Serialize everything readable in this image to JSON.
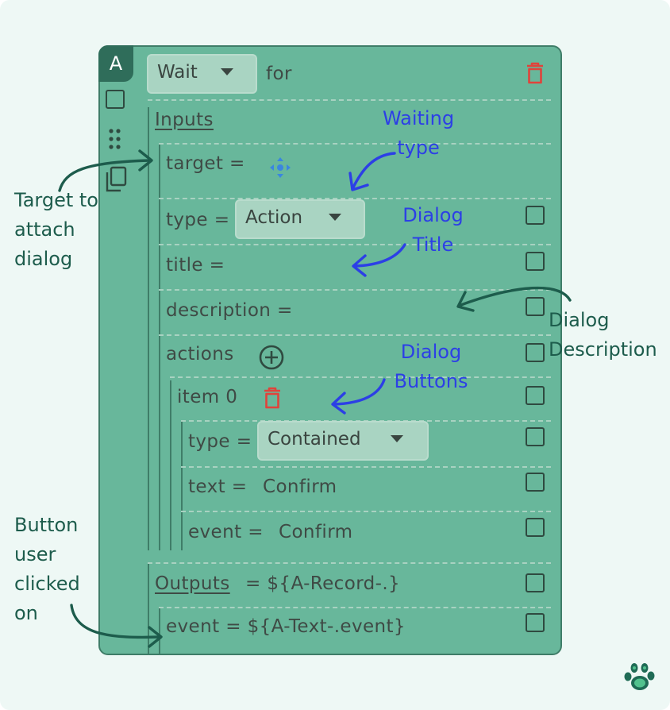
{
  "block": {
    "badge": "A",
    "header": {
      "mode_value": "Wait",
      "for_label": "for"
    },
    "inputs": {
      "heading": "Inputs",
      "target_label": "target =",
      "type_label": "type =",
      "type_value": "Action",
      "title_label": "title =",
      "description_label": "description =",
      "actions_label": "actions",
      "item": {
        "label": "item 0",
        "type_label": "type =",
        "type_value": "Contained",
        "text_label": "text =",
        "text_value": "Confirm",
        "event_label": "event =",
        "event_value": "Confirm"
      }
    },
    "outputs": {
      "heading": "Outputs",
      "value": "= ${A-Record-.}",
      "event_label": "event = ${A-Text-.event}"
    }
  },
  "annotations": {
    "waiting_type": [
      "Waiting",
      "type"
    ],
    "dialog_title": [
      "Dialog",
      "Title"
    ],
    "dialog_description": [
      "Dialog",
      "Description"
    ],
    "dialog_buttons": [
      "Dialog",
      "Buttons"
    ],
    "target_to_attach": [
      "Target to",
      "attach",
      "dialog"
    ],
    "button_user_clicked": [
      "Button",
      "user",
      "clicked",
      "on"
    ]
  },
  "colors": {
    "page_bg": "#eef8f5",
    "block_fill": "#68b79b",
    "block_border": "#3f7d68",
    "annotation_blue": "#2c3fe6",
    "annotation_green": "#1d5c4c",
    "delete_red": "#e0433b"
  },
  "icons": {
    "delete": "trash-icon",
    "move": "move-arrows-icon",
    "add": "plus-circle-icon",
    "drag": "drag-dots-icon",
    "duplicate": "copy-icon",
    "logo": "paw-icon"
  }
}
